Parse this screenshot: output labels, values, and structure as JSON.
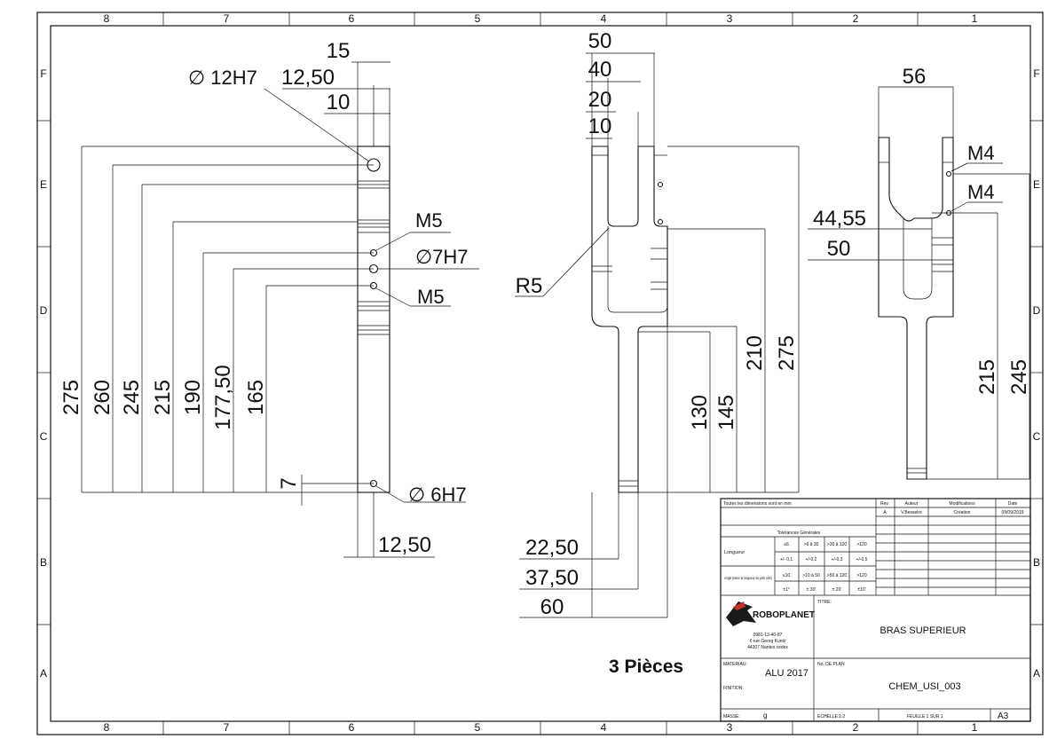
{
  "border": {
    "columns": [
      "8",
      "7",
      "6",
      "5",
      "4",
      "3",
      "2",
      "1"
    ],
    "rows": [
      "F",
      "E",
      "D",
      "C",
      "B",
      "A"
    ]
  },
  "view_left": {
    "top_dims": [
      "15",
      "12,50",
      "10"
    ],
    "callouts": [
      "∅ 12H7",
      "M5",
      "∅7H7",
      "M5",
      "∅ 6H7"
    ],
    "vertical_dims": [
      "275",
      "260",
      "245",
      "215",
      "190",
      "177,50",
      "165"
    ],
    "small_dim": "7",
    "bottom_dim": "12,50"
  },
  "view_mid": {
    "top_dims": [
      "50",
      "40",
      "20",
      "10"
    ],
    "radius": "R5",
    "vertical_dims": [
      "130",
      "145",
      "210",
      "275"
    ],
    "bottom_dims": [
      "22,50",
      "37,50",
      "60"
    ]
  },
  "view_right": {
    "top_dim": "56",
    "callouts": [
      "M4",
      "M4"
    ],
    "side_dims": [
      "44,55",
      "50"
    ],
    "vertical_dims": [
      "215",
      "245"
    ]
  },
  "quantity_note": "3 Pièces",
  "title_block": {
    "units_note": "Toutes les dimensions sont en mm",
    "rev_headers": [
      "Rev.",
      "Auteur",
      "Modifications",
      "Date"
    ],
    "rev_row": [
      "A",
      "V.Besselre",
      "Création",
      "09/09/2019"
    ],
    "tolerances_title": "Tolérances Générales",
    "longueur_label": "Longueur",
    "longueur_ranges": [
      "≤6",
      ">6 à 30",
      ">30 à 120",
      ">120"
    ],
    "longueur_tol": [
      "+/- 0,1",
      "+/-0,2",
      "+/-0,3",
      "+/-0,5"
    ],
    "angle_label": "Angle (selon la longueur du petit côté)",
    "angle_ranges": [
      "≤10",
      ">10 à 50",
      ">50 à 120",
      ">120"
    ],
    "angle_tol": [
      "±1°",
      "± 30'",
      "± 20'",
      "±10'"
    ],
    "company": "ROBOPLANET",
    "phone": "0981-13-40-87",
    "address1": "6 rue Georg Kuntz",
    "address2": "44307 Nantes cedex",
    "titre_label": "TITRE:",
    "title": "BRAS SUPERIEUR",
    "materiau_label": "MATERIAU:",
    "materiau": "ALU 2017",
    "finition_label": "FINITION:",
    "plan_label": "No. DE PLAN",
    "plan_number": "CHEM_USI_003",
    "masse_label": "MASSE:",
    "masse_unit": "g",
    "echelle": "ECHELLE:1:2",
    "feuille": "FEUILLE 1 SUR 1",
    "format": "A3"
  }
}
